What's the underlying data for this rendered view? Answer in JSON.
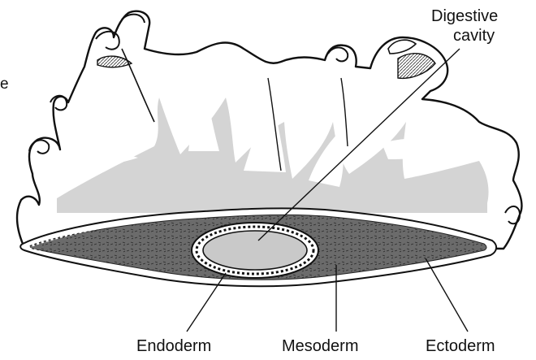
{
  "labels": {
    "digestive_line1": "Digestive",
    "digestive_line2": "cavity",
    "endoderm": "Endoderm",
    "mesoderm": "Mesoderm",
    "ectoderm": "Ectoderm",
    "clipped_left": "e"
  }
}
